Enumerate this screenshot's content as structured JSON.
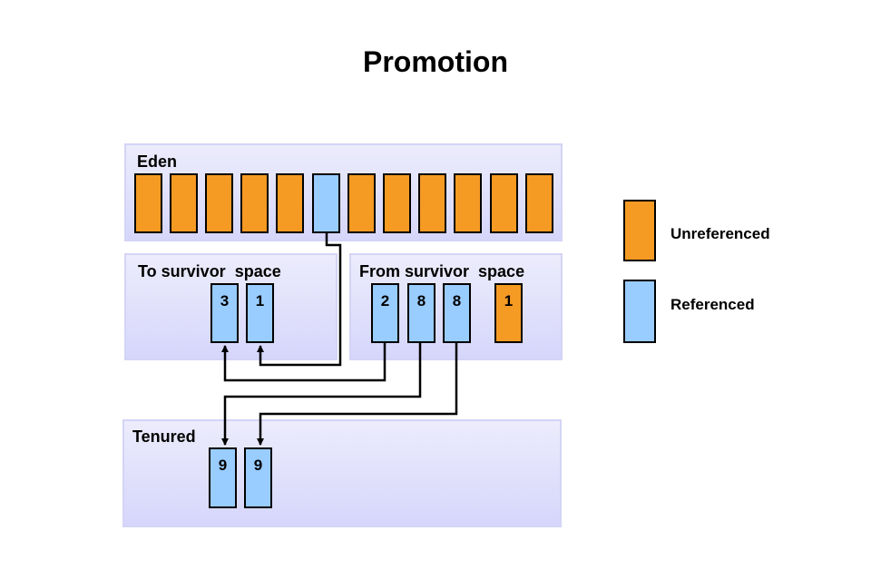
{
  "title": "Promotion",
  "regions": {
    "eden": "Eden",
    "to_survivor": "To survivor  space",
    "from_survivor": "From survivor  space",
    "tenured": "Tenured"
  },
  "eden_objects": [
    {
      "state": "unreferenced"
    },
    {
      "state": "unreferenced"
    },
    {
      "state": "unreferenced"
    },
    {
      "state": "unreferenced"
    },
    {
      "state": "unreferenced"
    },
    {
      "state": "referenced"
    },
    {
      "state": "unreferenced"
    },
    {
      "state": "unreferenced"
    },
    {
      "state": "unreferenced"
    },
    {
      "state": "unreferenced"
    },
    {
      "state": "unreferenced"
    },
    {
      "state": "unreferenced"
    }
  ],
  "to_survivor_objects": [
    {
      "age": "3",
      "state": "referenced"
    },
    {
      "age": "1",
      "state": "referenced"
    }
  ],
  "from_survivor_objects": [
    {
      "age": "2",
      "state": "referenced"
    },
    {
      "age": "8",
      "state": "referenced"
    },
    {
      "age": "8",
      "state": "referenced"
    },
    {
      "age": "1",
      "state": "unreferenced"
    }
  ],
  "tenured_objects": [
    {
      "age": "9",
      "state": "referenced"
    },
    {
      "age": "9",
      "state": "referenced"
    }
  ],
  "legend": {
    "unreferenced": "Unreferenced",
    "referenced": "Referenced"
  },
  "colors": {
    "unreferenced": "#f59a23",
    "referenced": "#99ccff",
    "region_border": "#d4d4f6"
  }
}
